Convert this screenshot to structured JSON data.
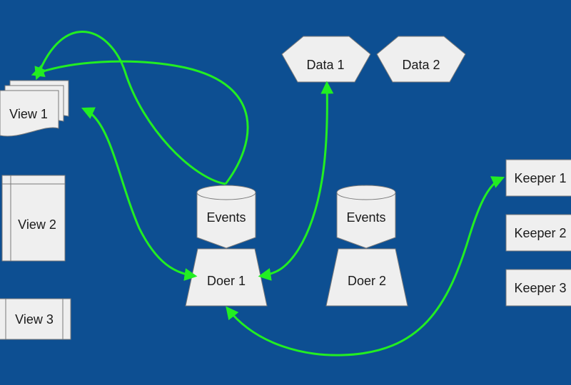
{
  "nodes": {
    "view1": "View 1",
    "view2": "View 2",
    "view3": "View 3",
    "events1": "Events",
    "doer1": "Doer 1",
    "events2": "Events",
    "doer2": "Doer 2",
    "data1": "Data 1",
    "data2": "Data 2",
    "keeper1": "Keeper 1",
    "keeper2": "Keeper 2",
    "keeper3": "Keeper 3"
  },
  "colors": {
    "background": "#0d4f92",
    "shape_fill": "#efefef",
    "shape_stroke": "#7a7a7a",
    "connector": "#22ee22",
    "text": "#1a1a1a"
  }
}
